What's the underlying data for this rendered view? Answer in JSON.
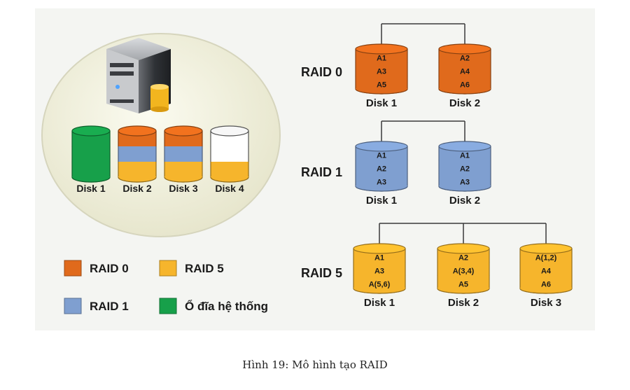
{
  "colors": {
    "raid0": "#e06a1c",
    "raid1": "#7f9fd0",
    "raid5": "#f6b52c",
    "system": "#17a04a",
    "empty": "#ffffff"
  },
  "local_disks": [
    {
      "label": "Disk 1",
      "bands": [
        "system",
        "system",
        "system"
      ]
    },
    {
      "label": "Disk 2",
      "bands": [
        "raid0",
        "raid1",
        "raid5"
      ]
    },
    {
      "label": "Disk 3",
      "bands": [
        "raid0",
        "raid1",
        "raid5"
      ]
    },
    {
      "label": "Disk 4",
      "bands": [
        "empty",
        "empty",
        "raid5"
      ]
    }
  ],
  "legend": [
    {
      "key": "raid0",
      "label": "RAID 0"
    },
    {
      "key": "raid5",
      "label": "RAID 5"
    },
    {
      "key": "raid1",
      "label": "RAID 1"
    },
    {
      "key": "system",
      "label": "Ổ đĩa hệ thống"
    }
  ],
  "raid_levels": [
    {
      "name": "RAID 0",
      "color": "raid0",
      "disks": [
        {
          "label": "Disk 1",
          "blocks": [
            "A1",
            "A3",
            "A5"
          ]
        },
        {
          "label": "Disk 2",
          "blocks": [
            "A2",
            "A4",
            "A6"
          ]
        }
      ]
    },
    {
      "name": "RAID 1",
      "color": "raid1",
      "disks": [
        {
          "label": "Disk 1",
          "blocks": [
            "A1",
            "A2",
            "A3"
          ]
        },
        {
          "label": "Disk 2",
          "blocks": [
            "A1",
            "A2",
            "A3"
          ]
        }
      ]
    },
    {
      "name": "RAID 5",
      "color": "raid5",
      "disks": [
        {
          "label": "Disk 1",
          "blocks": [
            "A1",
            "A3",
            "A(5,6)"
          ]
        },
        {
          "label": "Disk 2",
          "blocks": [
            "A2",
            "A(3,4)",
            "A5"
          ]
        },
        {
          "label": "Disk 3",
          "blocks": [
            "A(1,2)",
            "A4",
            "A6"
          ]
        }
      ]
    }
  ],
  "caption": "Hình 19: Mô hình tạo RAID"
}
